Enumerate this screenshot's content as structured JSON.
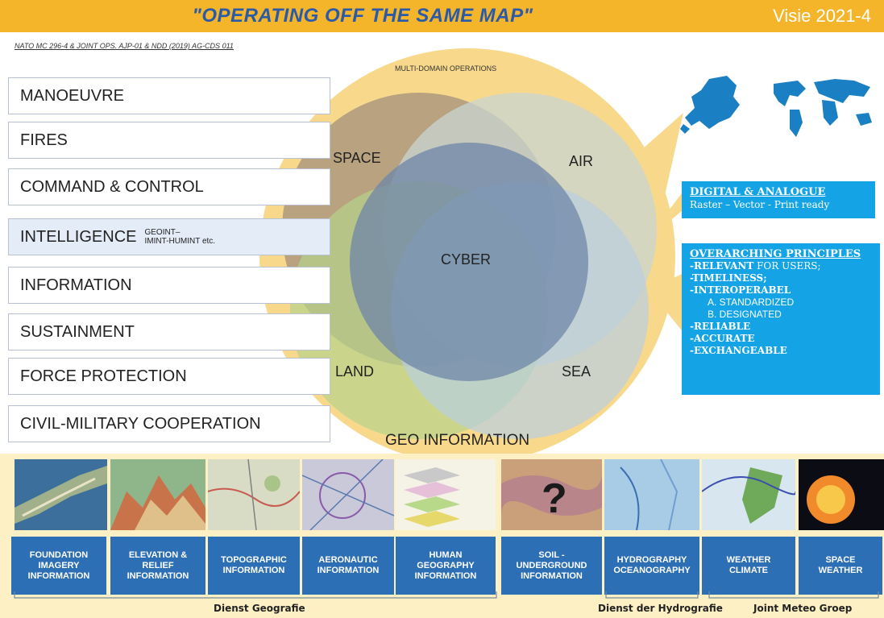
{
  "header": {
    "title": "\"OPERATING OFF THE SAME MAP\"",
    "version": "Visie 2021-4"
  },
  "reference": "NATO MC 296-4 & JOINT OPS. AJP-01 & NDD (2019) AG-CDS 011",
  "functions": [
    {
      "label": "MANOEUVRE"
    },
    {
      "label": "FIRES"
    },
    {
      "label": "COMMAND & CONTROL"
    },
    {
      "label": "INTELLIGENCE",
      "sub_line1": "GEOINT–",
      "sub_line2": "IMINT-HUMINT etc."
    },
    {
      "label": "INFORMATION"
    },
    {
      "label": "SUSTAINMENT"
    },
    {
      "label": "FORCE PROTECTION"
    },
    {
      "label": "CIVIL-MILITARY COOPERATION"
    }
  ],
  "venn": {
    "outer_label": "MULTI-DOMAIN OPERATIONS",
    "footer_label": "GEO INFORMATION",
    "domains": {
      "space": "SPACE",
      "air": "AIR",
      "cyber": "CYBER",
      "land": "LAND",
      "sea": "SEA"
    },
    "colors": {
      "outer": "#f8d98c",
      "space": "#a38f7c",
      "air": "#c9d4d2",
      "land": "#b7d38a",
      "sea": "#b9cfe0",
      "cyber": "#6d86a8"
    }
  },
  "digital": {
    "title": "DIGITAL & ANALOGUE",
    "subtitle": "Raster – Vector - Print ready"
  },
  "principles": {
    "title": "OVERARCHING PRINCIPLES",
    "relevant_bold": "-RELEVANT",
    "relevant_rest": " FOR USERS;",
    "timeliness": "-TIMELINESS;",
    "interoperabel": "-INTEROPERABEL",
    "standardized": "A. STANDARDIZED",
    "designated": "B. DESIGNATED",
    "reliable": "-RELIABLE",
    "accurate": "-ACCURATE",
    "exchangeable": "-EXCHANGEABLE"
  },
  "categories": [
    {
      "line1": "FOUNDATION",
      "line2": "IMAGERY",
      "line3": "INFORMATION"
    },
    {
      "line1": "ELEVATION &",
      "line2": "RELIEF",
      "line3": "INFORMATION"
    },
    {
      "line1": "TOPOGRAPHIC",
      "line2": "INFORMATION",
      "line3": ""
    },
    {
      "line1": "AERONAUTIC",
      "line2": "INFORMATION",
      "line3": ""
    },
    {
      "line1": "HUMAN",
      "line2": "GEOGRAPHY",
      "line3": "INFORMATION"
    },
    {
      "line1": "SOIL -",
      "line2": "UNDERGROUND",
      "line3": "INFORMATION"
    },
    {
      "line1": "HYDROGRAPHY",
      "line2": "OCEANOGRAPHY",
      "line3": ""
    },
    {
      "line1": "WEATHER",
      "line2": "CLIMATE",
      "line3": ""
    },
    {
      "line1": "SPACE",
      "line2": "WEATHER",
      "line3": ""
    }
  ],
  "agencies": {
    "geografie": "Dienst Geografie",
    "hydrografie": "Dienst der Hydrografie",
    "meteo": "Joint Meteo Groep"
  }
}
